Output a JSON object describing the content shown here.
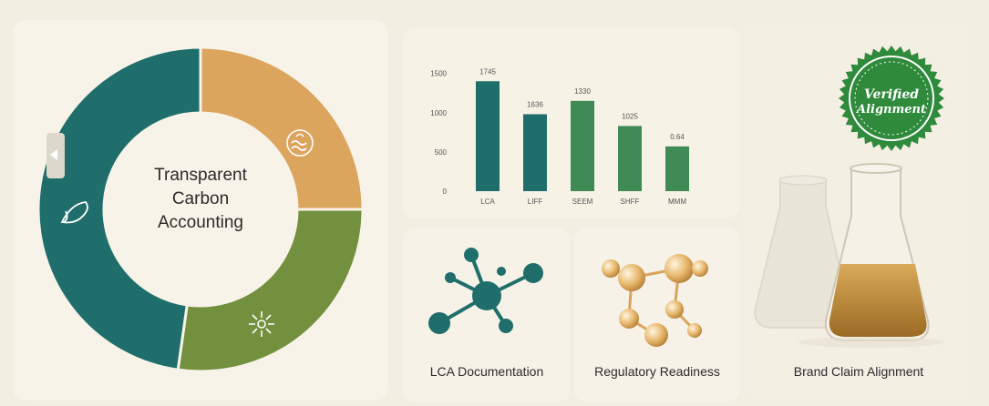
{
  "donut": {
    "title_lines": [
      "Transparent",
      "Carbon",
      "Accounting"
    ],
    "segments": [
      {
        "name": "teal",
        "color": "#1f6e6b"
      },
      {
        "name": "sand",
        "color": "#dca55e"
      },
      {
        "name": "olive",
        "color": "#73903e"
      }
    ],
    "icons": [
      "leaf-icon",
      "wave-sun-icon",
      "burst-icon"
    ]
  },
  "chart_data": {
    "type": "bar",
    "categories": [
      "LCA",
      "LIFF",
      "SEEM",
      "SHFF",
      "MMM"
    ],
    "values": [
      1400,
      980,
      1150,
      830,
      570
    ],
    "data_labels": [
      "1745",
      "1636",
      "1330",
      "1025",
      "0.64"
    ],
    "colors": [
      "#1f6e6b",
      "#1f6e6b",
      "#3f8a55",
      "#3f8a55",
      "#3f8a55"
    ],
    "yticks": [
      "1500",
      "1000",
      "500",
      "0"
    ],
    "ylim": [
      0,
      1600
    ],
    "grid": false
  },
  "cards": {
    "lca": {
      "label": "LCA Documentation"
    },
    "regulatory": {
      "label": "Regulatory Readiness"
    },
    "brand": {
      "label": "Brand Claim Alignment"
    }
  },
  "badge": {
    "line1": "Verified",
    "line2": "Alignment"
  }
}
